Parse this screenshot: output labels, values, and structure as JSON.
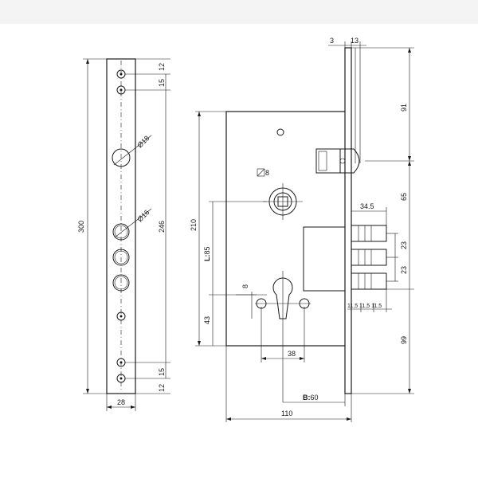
{
  "strip_dims": {
    "height": "300",
    "hole_pitch": "246",
    "top_offset_12": "12",
    "top_offset_15": "15",
    "bottom_offset_15": "15",
    "bottom_offset_12": "12",
    "width": "28",
    "dia_18": "Ø18",
    "dia_16": "Ø16"
  },
  "lock_dims": {
    "top_3": "3",
    "top_13": "13",
    "right_91": "91",
    "right_65": "65",
    "right_99": "99",
    "bolt_34_5": "34.5",
    "bolt_23_a": "23",
    "bolt_23_b": "23",
    "bolt_spacing": "11,5 11,5 11,5",
    "left_210": "210",
    "l_85_prefix": "L:",
    "l_85_value": "85",
    "left_43": "43",
    "keyhole_8": "8",
    "keyhole_38": "38",
    "b_prefix": "B:",
    "b_value": "60",
    "total_110": "110",
    "spindle_dia": "8"
  }
}
